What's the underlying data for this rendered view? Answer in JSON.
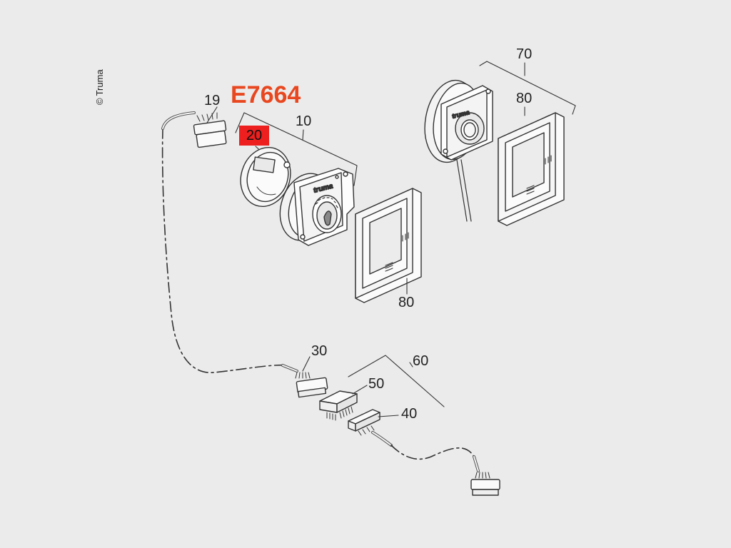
{
  "title": "E7664",
  "copyright_symbol": "©",
  "copyright_text": "Truma",
  "brand_text": "truma",
  "highlight_color": "#ee1f1f",
  "title_color": "#e8471f",
  "labels": {
    "l19": "19",
    "l20": "20",
    "l10": "10",
    "l80a": "80",
    "l70": "70",
    "l80b": "80",
    "l30": "30",
    "l60": "60",
    "l50": "50",
    "l40": "40"
  }
}
